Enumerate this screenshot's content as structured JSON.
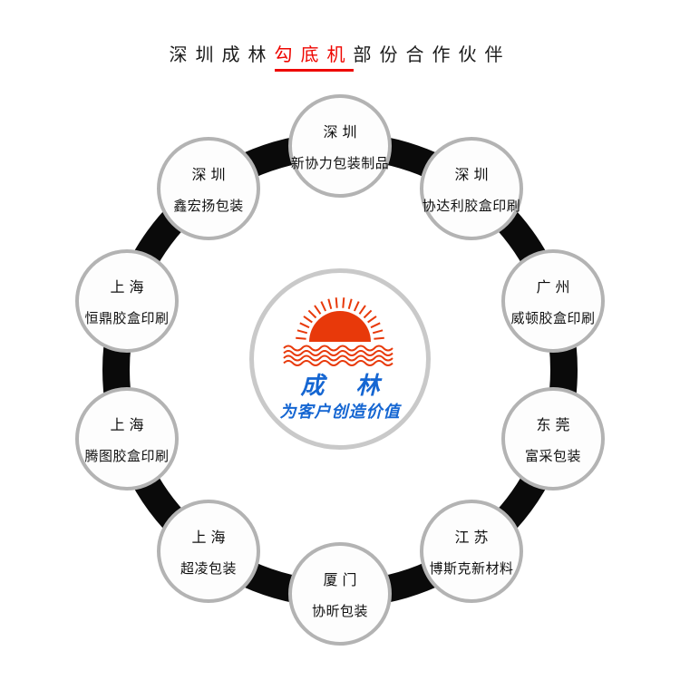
{
  "title": {
    "prefix": "深圳成林",
    "highlight": "勾底机",
    "suffix": "部份合作伙伴",
    "highlight_color": "#ee0600",
    "text_color": "#1c1c1c"
  },
  "logo": {
    "company": "成 林",
    "slogan": "为客户创造价值",
    "sun_icon": "sun-over-waves",
    "sun_color": "#e8390a",
    "text_color": "#1566d2"
  },
  "ring": {
    "color": "#0a0a0a"
  },
  "satellites": [
    {
      "city": "深 圳",
      "name": "新协力包装制品"
    },
    {
      "city": "深 圳",
      "name": "协达利胶盒印刷"
    },
    {
      "city": "广 州",
      "name": "威顿胶盒印刷"
    },
    {
      "city": "东 莞",
      "name": "富采包装"
    },
    {
      "city": "江 苏",
      "name": "博斯克新材料"
    },
    {
      "city": "厦 门",
      "name": "协昕包装"
    },
    {
      "city": "上 海",
      "name": "超凌包装"
    },
    {
      "city": "上 海",
      "name": "腾图胶盒印刷"
    },
    {
      "city": "上 海",
      "name": "恒鼎胶盒印刷"
    },
    {
      "city": "深 圳",
      "name": "鑫宏扬包装"
    }
  ]
}
